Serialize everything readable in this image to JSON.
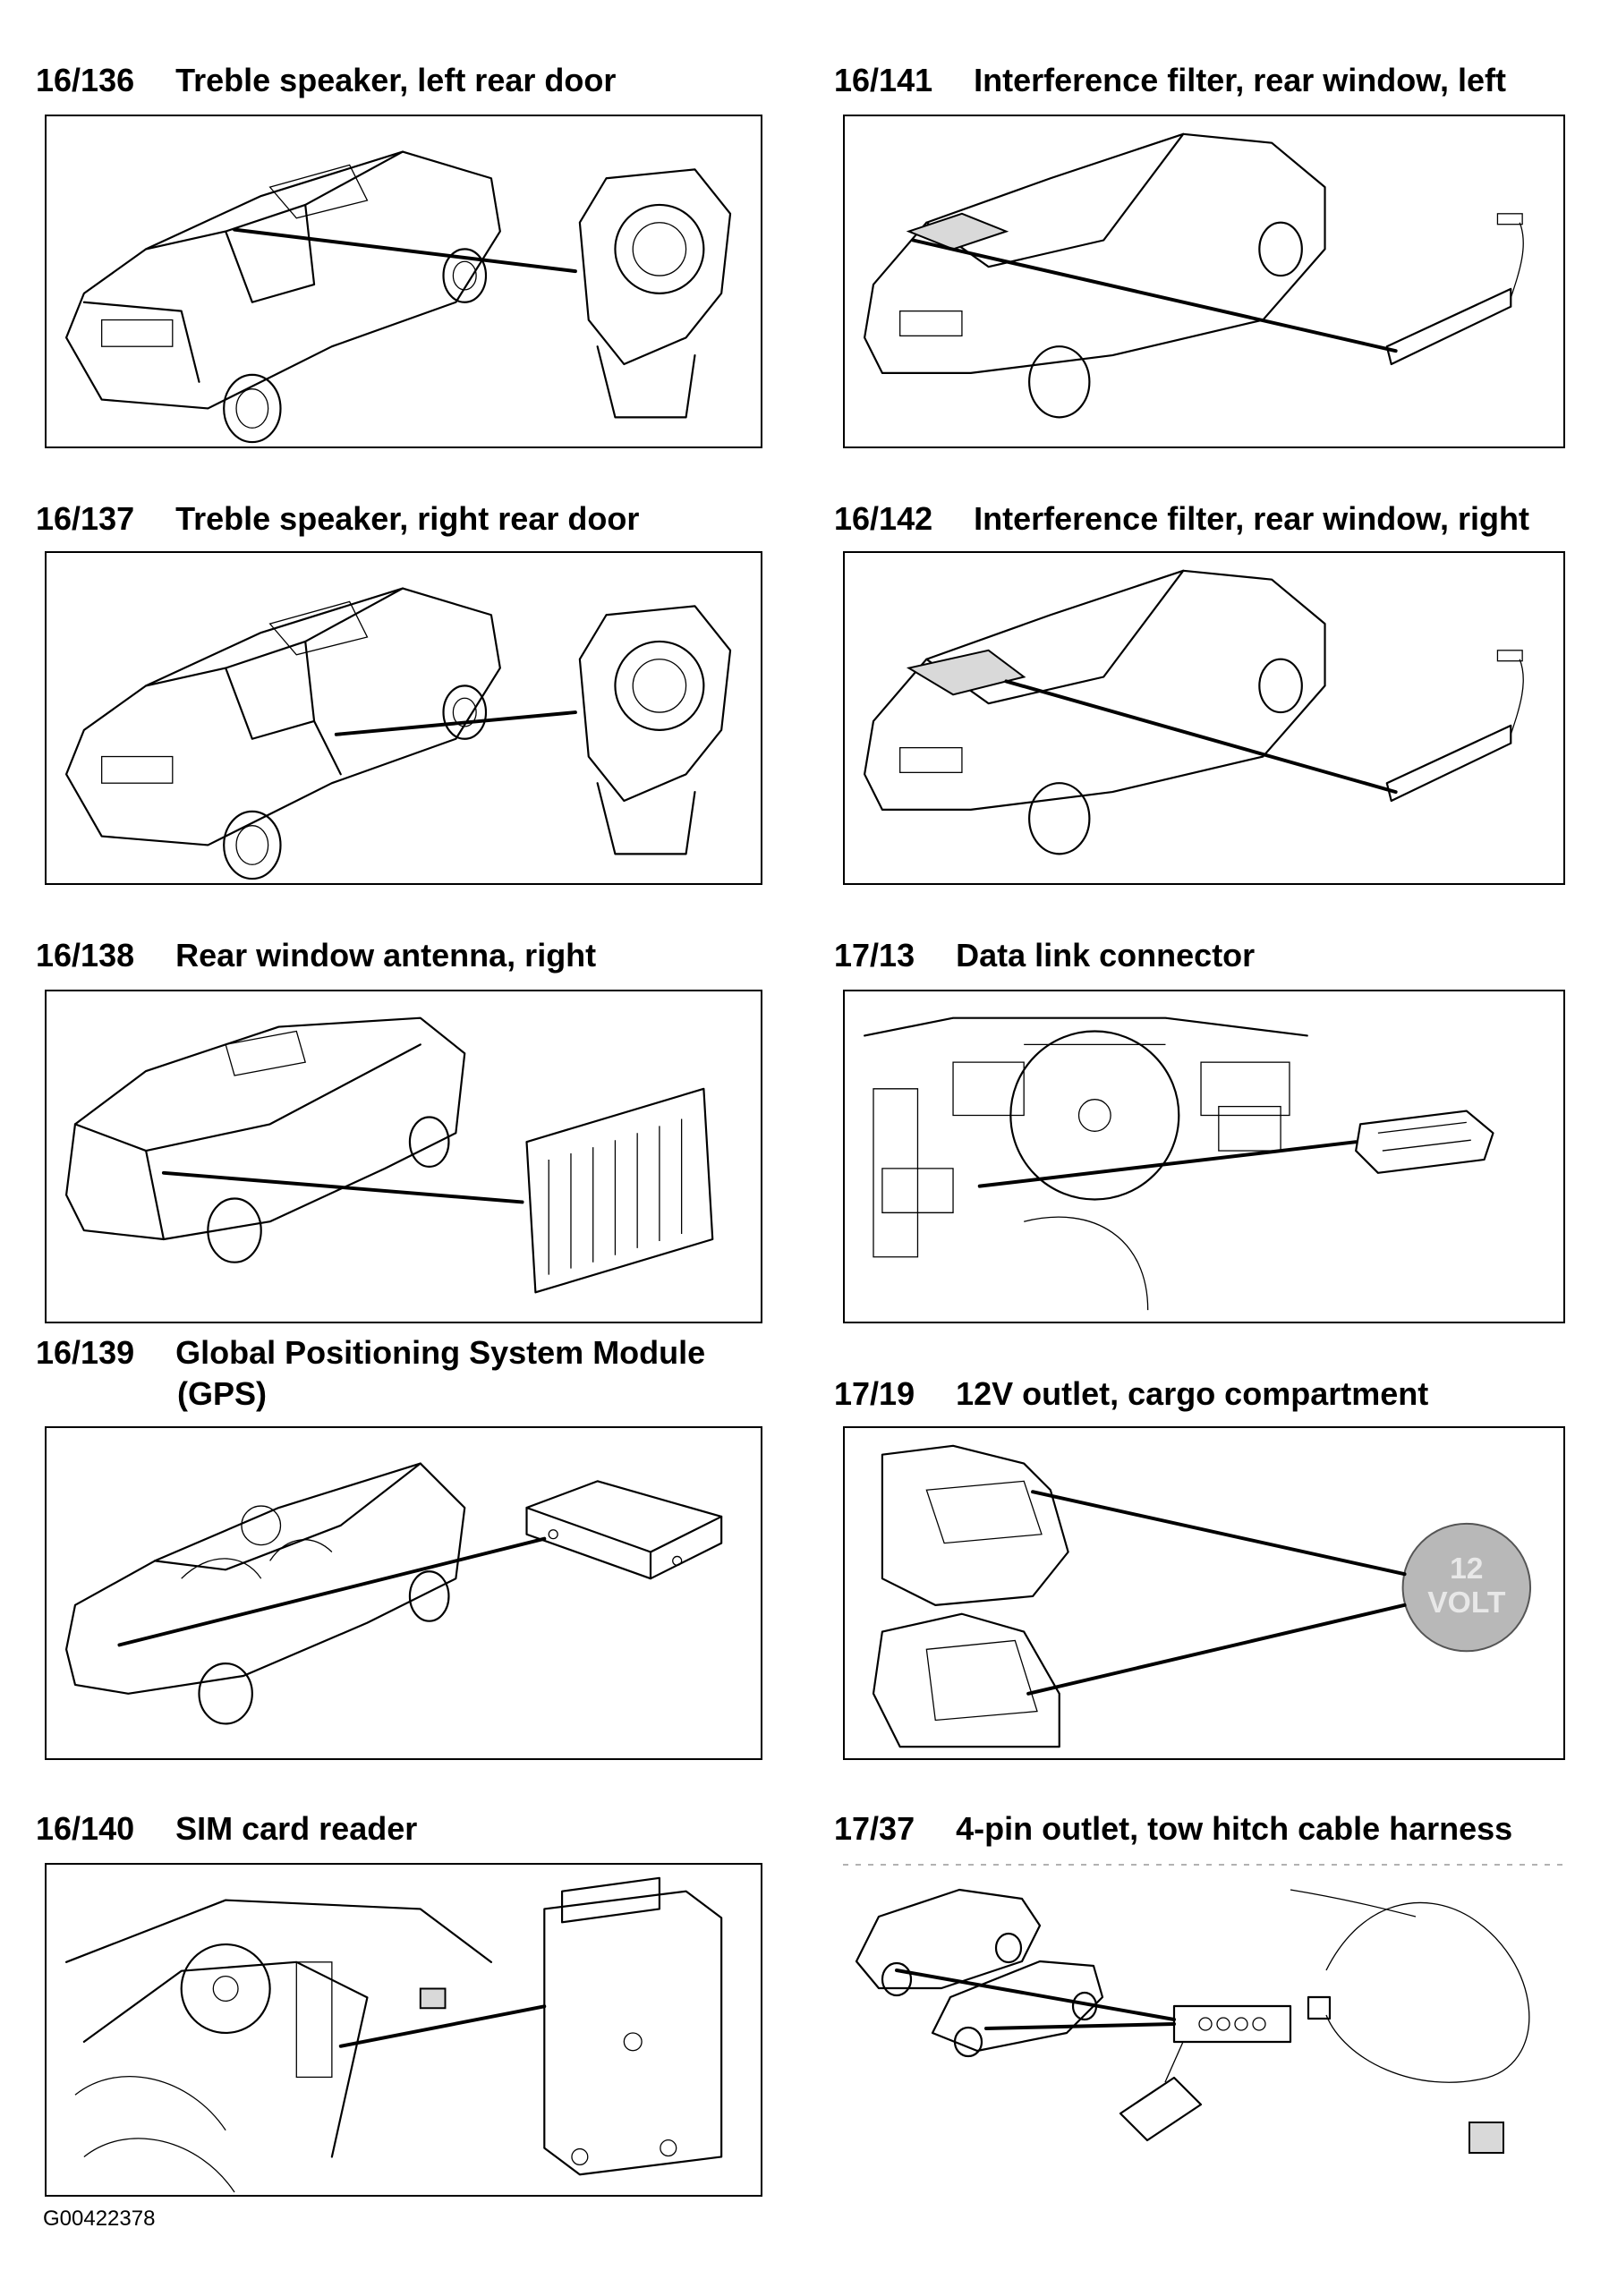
{
  "figures": [
    {
      "code": "16/136",
      "title": "Treble speaker, left rear door"
    },
    {
      "code": "16/137",
      "title": "Treble speaker, right rear door"
    },
    {
      "code": "16/138",
      "title": "Rear window antenna, right"
    },
    {
      "code": "16/139",
      "title": "Global Positioning System Module",
      "title_line2": "(GPS)"
    },
    {
      "code": "16/140",
      "title": "SIM card reader"
    },
    {
      "code": "16/141",
      "title": "Interference filter, rear window, left"
    },
    {
      "code": "16/142",
      "title": "Interference filter, rear window, right"
    },
    {
      "code": "17/13",
      "title": "Data link connector"
    },
    {
      "code": "17/19",
      "title": "12V outlet, cargo compartment",
      "badge_line1": "12",
      "badge_line2": "VOLT"
    },
    {
      "code": "17/37",
      "title": "4-pin outlet, tow hitch cable harness"
    }
  ],
  "document_id": "G00422378"
}
